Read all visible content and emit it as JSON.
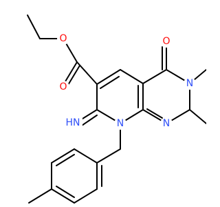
{
  "molecule": {
    "atoms": {
      "carbonyl_oxygen": {
        "label": "O",
        "color": "#ff0d0d"
      },
      "ester_oxygen": {
        "label": "O",
        "color": "#ff0d0d"
      },
      "ring_oxygen": {
        "label": "O",
        "color": "#ff0d0d"
      },
      "ring_nitrogen_right": {
        "label": "N",
        "color": "#3050f8"
      },
      "ring_nitrogen_mid": {
        "label": "N",
        "color": "#3050f8"
      },
      "ring_nitrogen_left": {
        "label": "N",
        "color": "#3050f8"
      },
      "imine_group": {
        "label": "HN",
        "color": "#3050f8"
      }
    },
    "bond_color": "#000000"
  }
}
